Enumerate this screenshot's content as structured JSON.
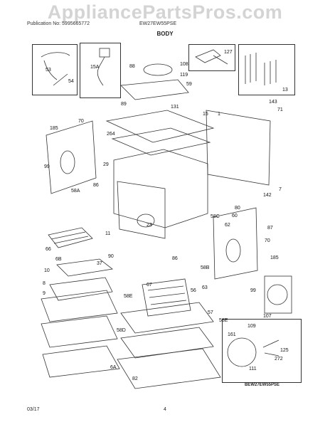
{
  "watermark": "AppliancePartsPros.com",
  "header": {
    "publication": "Publication No: 5995665772",
    "model": "EW27EW55PSE",
    "section_title": "BODY"
  },
  "part_labels": [
    "53",
    "54",
    "15A",
    "88",
    "108",
    "119",
    "59",
    "127",
    "13",
    "143",
    "71",
    "89",
    "131",
    "15",
    "185",
    "70",
    "264",
    "1",
    "99",
    "29",
    "86",
    "58A",
    "142",
    "7",
    "80",
    "60",
    "62",
    "87",
    "11",
    "66",
    "58C",
    "70",
    "90",
    "37",
    "86",
    "58B",
    "185",
    "10",
    "6B",
    "8",
    "9",
    "99",
    "63",
    "107",
    "67",
    "58E",
    "57",
    "56",
    "58D",
    "58E",
    "109",
    "161",
    "125",
    "272",
    "111",
    "6A",
    "82",
    "23"
  ],
  "diagram_code": "BEW27EW55PSE",
  "footer": {
    "date": "03/17",
    "page": "4"
  }
}
